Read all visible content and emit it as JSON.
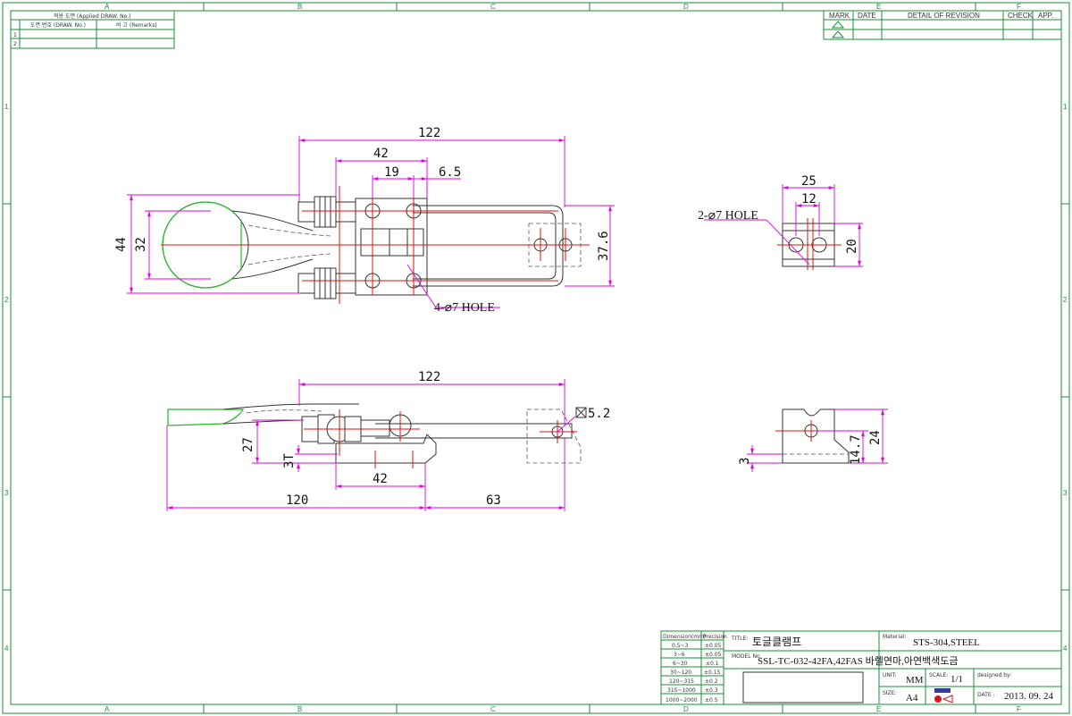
{
  "grid": {
    "columns": [
      "A",
      "B",
      "C",
      "D",
      "E",
      "F"
    ],
    "rows": [
      "1",
      "2",
      "3",
      "4"
    ]
  },
  "applied_table": {
    "header": "적용 도면 (Applied DRAW. No.)",
    "col1": "도면 번호 (DRAW. No.)",
    "col2": "비 고 (Remarks)",
    "row_nums": [
      "1",
      "2"
    ]
  },
  "revision_table": {
    "mark": "MARK",
    "date": "DATE",
    "detail": "DETAIL OF REVISION",
    "check": "CHECK",
    "app": "APP."
  },
  "tolerance_table": {
    "header_dim": "Dimension(mm)",
    "header_prec": "Precision",
    "rows": [
      {
        "range": "0.5~3",
        "tol": "±0.05"
      },
      {
        "range": "3~6",
        "tol": "±0.05"
      },
      {
        "range": "6~30",
        "tol": "±0.1"
      },
      {
        "range": "30~120",
        "tol": "±0.15"
      },
      {
        "range": "120~315",
        "tol": "±0.2"
      },
      {
        "range": "315~1000",
        "tol": "±0.3"
      },
      {
        "range": "1000~2000",
        "tol": "±0.5"
      }
    ]
  },
  "title_block": {
    "title_label": "TITLE:",
    "title": "토글클램프",
    "material_label": "Material:",
    "material": "STS-304,STEEL",
    "model_label": "MODEL No.",
    "model": "SSL-TC-032-42FA,42FAS 바렐연마,아연백색도금",
    "unit_label": "UNIT:",
    "unit": "MM",
    "scale_label": "SCALE:",
    "scale": "1/1",
    "designed_label": "designed by:",
    "size_label": "SIZE:",
    "size": "A4",
    "date_label": "DATE :",
    "date": "2013. 09. 24"
  },
  "top_view": {
    "dims": {
      "overall_length": "122",
      "base_length": "42",
      "hole_pitch": "19",
      "offset": "6.5",
      "outer_width": "44",
      "inner_width": "32",
      "hook_width": "37.6"
    },
    "hole_note": "4-⌀7 HOLE"
  },
  "side_view": {
    "dims": {
      "overall_length": "122",
      "height": "27",
      "thickness": "3T",
      "base_length": "42",
      "handle_reach": "120",
      "hook_reach": "63",
      "square": "5.2"
    }
  },
  "end_view_top": {
    "dims": {
      "width": "25",
      "hole_pitch": "12",
      "height": "20"
    },
    "hole_note": "2-⌀7 HOLE"
  },
  "end_view_side": {
    "dims": {
      "thickness": "3",
      "hole_height": "14.7",
      "height": "24"
    }
  }
}
